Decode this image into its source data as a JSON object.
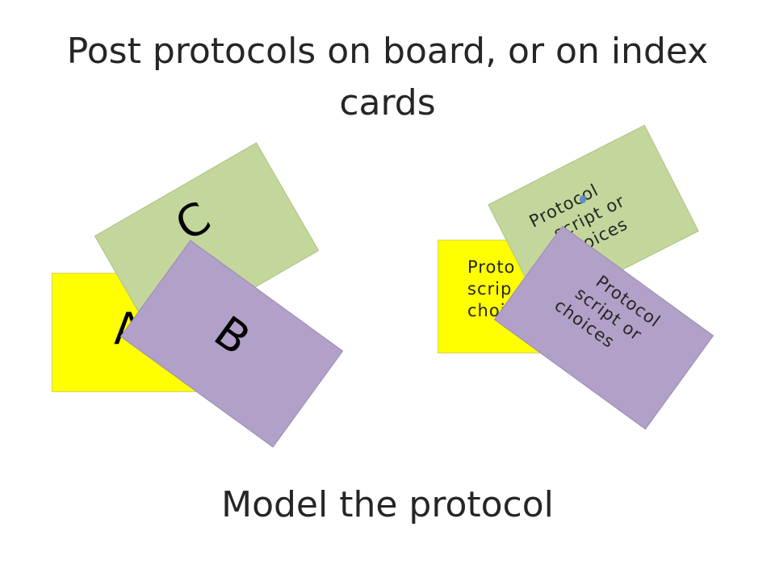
{
  "title": "Post protocols on board, or on index cards",
  "left_group": {
    "card_a_label": "A",
    "card_c_label": "C",
    "card_b_label": "B"
  },
  "right_group": {
    "yellow_card_text": [
      "Proto",
      "scrip",
      "choic"
    ],
    "green_card_text": [
      "Protocol",
      "script or",
      "choices"
    ],
    "purple_card_text": [
      "Protocol",
      "script or",
      "choices"
    ]
  },
  "footer": "Model the protocol",
  "colors": {
    "yellow_card": "#ffff00",
    "green_card": "#c3d69b",
    "purple_card": "#b1a0c7"
  }
}
